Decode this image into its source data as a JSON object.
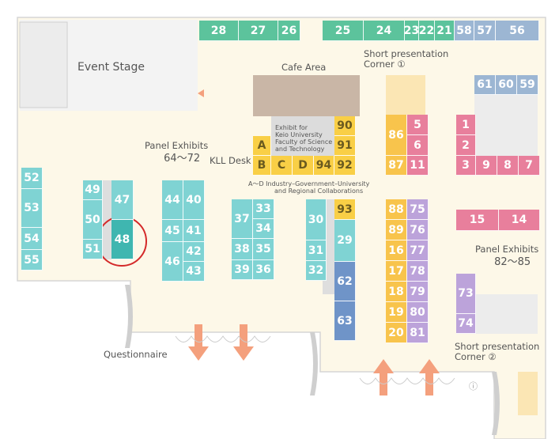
{
  "colors": {
    "floor": "#fdf8e8",
    "teal": "#7fd3d3",
    "teal_dark": "#3fb6b0",
    "green": "#5cc39c",
    "yellow": "#f9cf46",
    "orange": "#f8c44c",
    "pink": "#e87f9c",
    "purple": "#bca3da",
    "blue_gray": "#9cb6d3",
    "blue": "#6f94c8",
    "cafe": "#c9b6a6",
    "highlight": "#d42a2a"
  },
  "labels": {
    "event_stage": "Event Stage",
    "cafe_area": "Cafe Area",
    "short_presentation_1": [
      "Short presentation",
      "Corner ①"
    ],
    "short_presentation_2": [
      "Short presentation",
      "Corner ②"
    ],
    "panel_exhibits_left": [
      "Panel Exhibits",
      "64～72"
    ],
    "panel_exhibits_right": [
      "Panel Exhibits",
      "82～85"
    ],
    "kll_desk": "KLL Desk",
    "exhibit_keio": [
      "Exhibit for",
      "Keio University",
      "Faculty of Science",
      "and Technology"
    ],
    "industry": [
      "A～D  Industry–Government–University",
      "and Regional Collaborations"
    ],
    "questionnaire": "Questionnaire"
  },
  "booths": [
    {
      "id": "28",
      "color": "green"
    },
    {
      "id": "27",
      "color": "green"
    },
    {
      "id": "26",
      "color": "green"
    },
    {
      "id": "25",
      "color": "green"
    },
    {
      "id": "24",
      "color": "green"
    },
    {
      "id": "23",
      "color": "green"
    },
    {
      "id": "22",
      "color": "green"
    },
    {
      "id": "21",
      "color": "green"
    },
    {
      "id": "58",
      "color": "blue_gray"
    },
    {
      "id": "57",
      "color": "blue_gray"
    },
    {
      "id": "56",
      "color": "blue_gray"
    },
    {
      "id": "61",
      "color": "blue_gray"
    },
    {
      "id": "60",
      "color": "blue_gray"
    },
    {
      "id": "59",
      "color": "blue_gray"
    },
    {
      "id": "90",
      "color": "yellow"
    },
    {
      "id": "91",
      "color": "yellow"
    },
    {
      "id": "92",
      "color": "yellow"
    },
    {
      "id": "94",
      "color": "yellow"
    },
    {
      "id": "A",
      "color": "yellow"
    },
    {
      "id": "B",
      "color": "yellow"
    },
    {
      "id": "C",
      "color": "yellow"
    },
    {
      "id": "D",
      "color": "yellow"
    },
    {
      "id": "86",
      "color": "orange"
    },
    {
      "id": "87",
      "color": "orange"
    },
    {
      "id": "5",
      "color": "pink"
    },
    {
      "id": "6",
      "color": "pink"
    },
    {
      "id": "11",
      "color": "pink"
    },
    {
      "id": "1",
      "color": "pink"
    },
    {
      "id": "2",
      "color": "pink"
    },
    {
      "id": "3",
      "color": "pink"
    },
    {
      "id": "9",
      "color": "pink"
    },
    {
      "id": "8",
      "color": "pink"
    },
    {
      "id": "7",
      "color": "pink"
    },
    {
      "id": "15",
      "color": "pink"
    },
    {
      "id": "14",
      "color": "pink"
    },
    {
      "id": "52",
      "color": "teal"
    },
    {
      "id": "53",
      "color": "teal"
    },
    {
      "id": "54",
      "color": "teal"
    },
    {
      "id": "55",
      "color": "teal"
    },
    {
      "id": "49",
      "color": "teal"
    },
    {
      "id": "50",
      "color": "teal"
    },
    {
      "id": "51",
      "color": "teal"
    },
    {
      "id": "47",
      "color": "teal"
    },
    {
      "id": "48",
      "color": "teal_dark"
    },
    {
      "id": "44",
      "color": "teal"
    },
    {
      "id": "40",
      "color": "teal"
    },
    {
      "id": "45",
      "color": "teal"
    },
    {
      "id": "41",
      "color": "teal"
    },
    {
      "id": "46",
      "color": "teal"
    },
    {
      "id": "42",
      "color": "teal"
    },
    {
      "id": "43",
      "color": "teal"
    },
    {
      "id": "37",
      "color": "teal"
    },
    {
      "id": "33",
      "color": "teal"
    },
    {
      "id": "34",
      "color": "teal"
    },
    {
      "id": "38",
      "color": "teal"
    },
    {
      "id": "35",
      "color": "teal"
    },
    {
      "id": "39",
      "color": "teal"
    },
    {
      "id": "36",
      "color": "teal"
    },
    {
      "id": "30",
      "color": "teal"
    },
    {
      "id": "31",
      "color": "teal"
    },
    {
      "id": "32",
      "color": "teal"
    },
    {
      "id": "93",
      "color": "yellow"
    },
    {
      "id": "29",
      "color": "teal"
    },
    {
      "id": "62",
      "color": "blue"
    },
    {
      "id": "63",
      "color": "blue"
    },
    {
      "id": "88",
      "color": "orange"
    },
    {
      "id": "89",
      "color": "orange"
    },
    {
      "id": "16",
      "color": "orange"
    },
    {
      "id": "17",
      "color": "orange"
    },
    {
      "id": "18",
      "color": "orange"
    },
    {
      "id": "19",
      "color": "orange"
    },
    {
      "id": "20",
      "color": "orange"
    },
    {
      "id": "75",
      "color": "purple"
    },
    {
      "id": "76",
      "color": "purple"
    },
    {
      "id": "77",
      "color": "purple"
    },
    {
      "id": "78",
      "color": "purple"
    },
    {
      "id": "79",
      "color": "purple"
    },
    {
      "id": "80",
      "color": "purple"
    },
    {
      "id": "81",
      "color": "purple"
    },
    {
      "id": "73",
      "color": "purple"
    },
    {
      "id": "74",
      "color": "purple"
    }
  ],
  "highlighted_booth": "48"
}
